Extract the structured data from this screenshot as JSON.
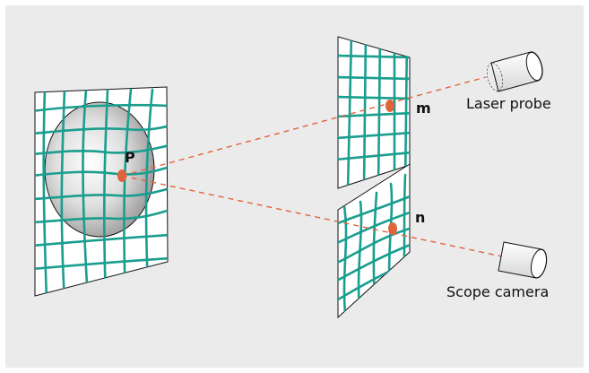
{
  "diagram": {
    "labels": {
      "point_p": "P",
      "point_m": "m",
      "point_n": "n",
      "laser_probe": "Laser probe",
      "scope_camera": "Scope camera"
    },
    "colors": {
      "background": "#ebebeb",
      "grid": "#1a9e8f",
      "ray": "#e0643a",
      "point": "#e0643a",
      "panel": "#ffffff",
      "outline": "#111111"
    }
  }
}
